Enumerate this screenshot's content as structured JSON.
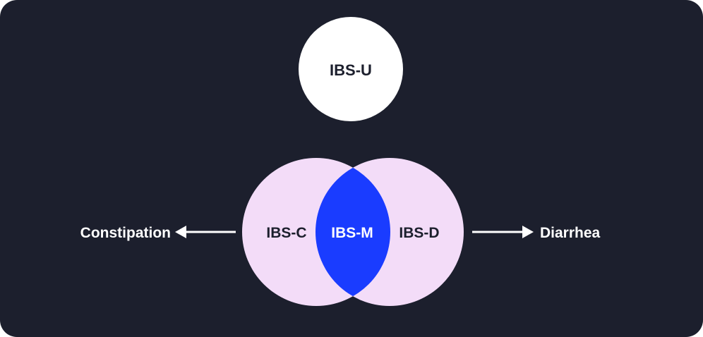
{
  "colors": {
    "background": "#1c1f2d",
    "ibs_u_fill": "#ffffff",
    "circle_fill": "#f3dcf8",
    "overlap_fill": "#1a3cff",
    "arrow": "#ffffff",
    "text_dark": "#1c1f2d",
    "text_light": "#ffffff"
  },
  "diagram": {
    "ibs_u": "IBS-U",
    "ibs_c": "IBS-C",
    "ibs_m": "IBS-M",
    "ibs_d": "IBS-D",
    "left_label": "Constipation",
    "right_label": "Diarrhea"
  }
}
